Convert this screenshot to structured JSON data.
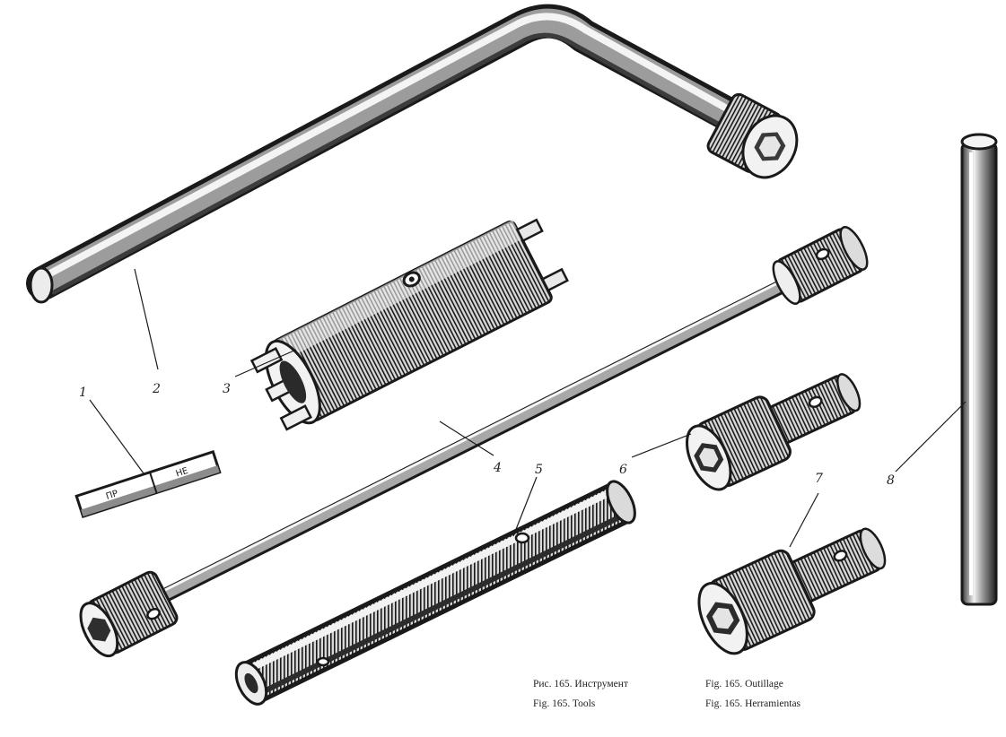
{
  "figure": {
    "captions": [
      "Рис. 165. Инструмент",
      "Fig. 165. Tools",
      "Fig. 165. Outillage",
      "Fig. 165. Herramientas"
    ],
    "gauge_marks": [
      "ПР",
      "НЕ"
    ],
    "parts": [
      "1",
      "2",
      "3",
      "4",
      "5",
      "6",
      "7",
      "8"
    ]
  }
}
